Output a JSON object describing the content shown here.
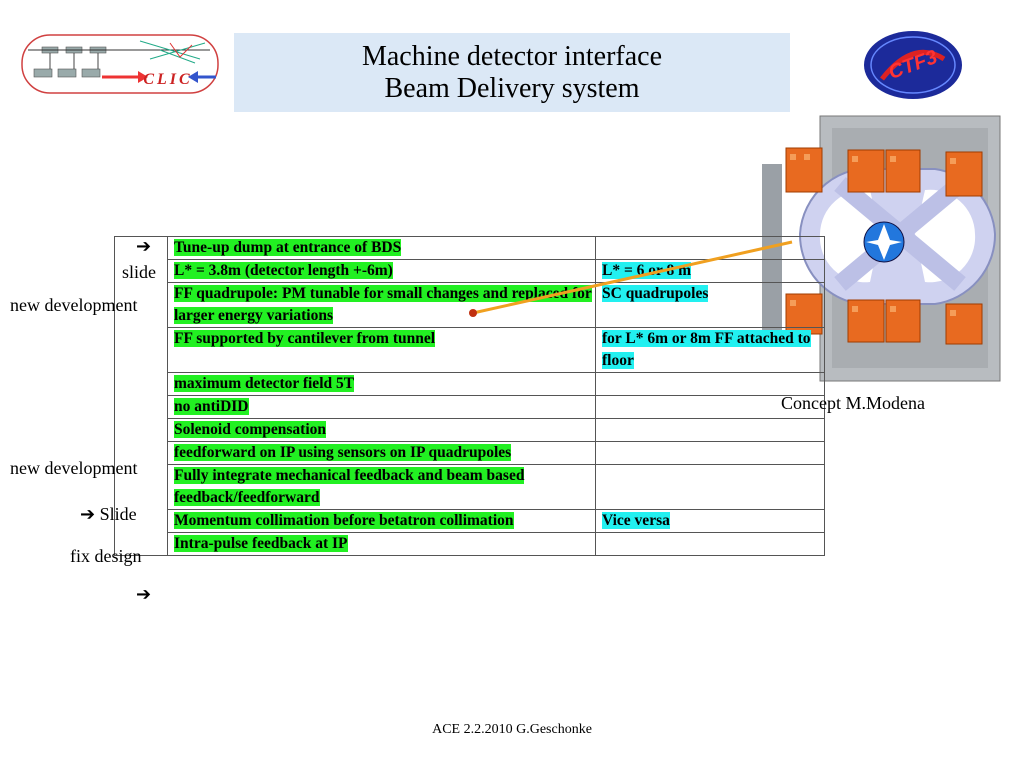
{
  "title": {
    "line1": "Machine detector interface",
    "line2": "Beam Delivery system"
  },
  "logos": {
    "clic_text": "CLIC",
    "ctf_text": "CTF3"
  },
  "side_labels": {
    "arrow": "➔",
    "slide": "slide",
    "new_dev_1": "new development",
    "new_dev_2": "new development",
    "slide_arrow": "Slide",
    "fix_design": "fix design"
  },
  "table": {
    "rows": [
      {
        "col1": "Tune-up dump at entrance of BDS",
        "col2": ""
      },
      {
        "col1": "L* = 3.8m (detector length +-6m)",
        "col2": "L* = 6 or 8 m"
      },
      {
        "col1": "FF quadrupole: PM  tunable for small changes and replaced for larger energy variations",
        "col2": "SC quadrupoles"
      },
      {
        "col1": "FF supported by cantilever from tunnel",
        "col2": "for L* 6m or 8m FF attached to floor"
      },
      {
        "col1": "maximum detector field 5T",
        "col2": ""
      },
      {
        "col1": "no antiDID",
        "col2": ""
      },
      {
        "col1": "Solenoid compensation",
        "col2": ""
      },
      {
        "col1": "feedforward on IP using sensors on IP quadrupoles",
        "col2": ""
      },
      {
        "col1": "Fully integrate mechanical feedback and beam based feedback/feedforward",
        "col2": ""
      },
      {
        "col1": "Momentum collimation before betatron collimation",
        "col2": "Vice versa"
      },
      {
        "col1": "Intra-pulse feedback at IP",
        "col2": ""
      }
    ]
  },
  "caption": "Concept M.Modena",
  "footer": "ACE 2.2.2010 G.Geschonke",
  "colors": {
    "green": "#22f022",
    "cyan": "#22f0f0",
    "title_bg": "#dbe8f6",
    "pointer": "#f0a020"
  }
}
